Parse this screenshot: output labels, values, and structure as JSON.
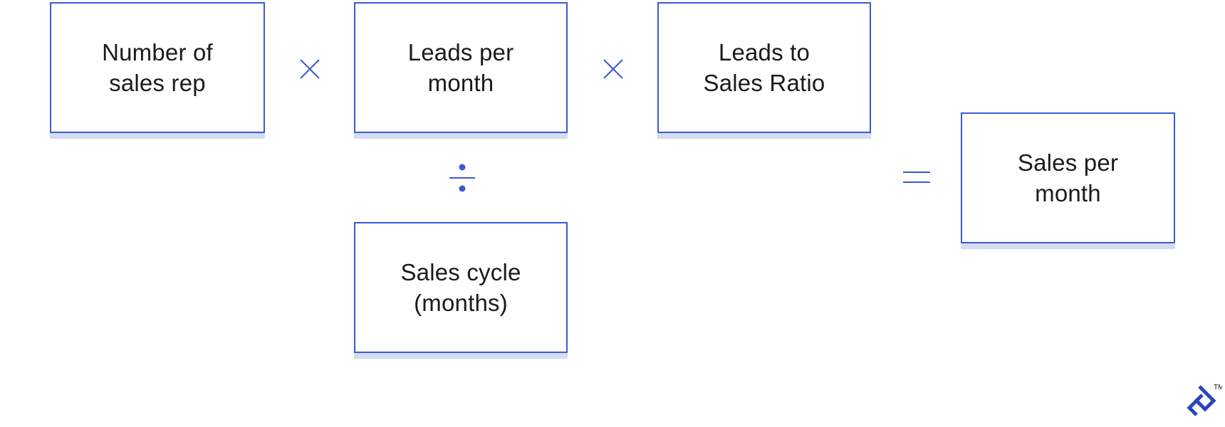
{
  "boxes": {
    "number_of_sales_rep": "Number of\nsales rep",
    "leads_per_month": "Leads per\nmonth",
    "leads_to_sales_ratio": "Leads to\nSales Ratio",
    "sales_cycle": "Sales cycle\n(months)",
    "sales_per_month": "Sales per\nmonth"
  },
  "operators": [
    "multiply",
    "multiply",
    "divide",
    "equals"
  ],
  "logo": {
    "trademark": "TM"
  },
  "colors": {
    "accent": "#3b5bd3",
    "shadow": "#d4dcf4",
    "text": "#1b1b1b"
  }
}
